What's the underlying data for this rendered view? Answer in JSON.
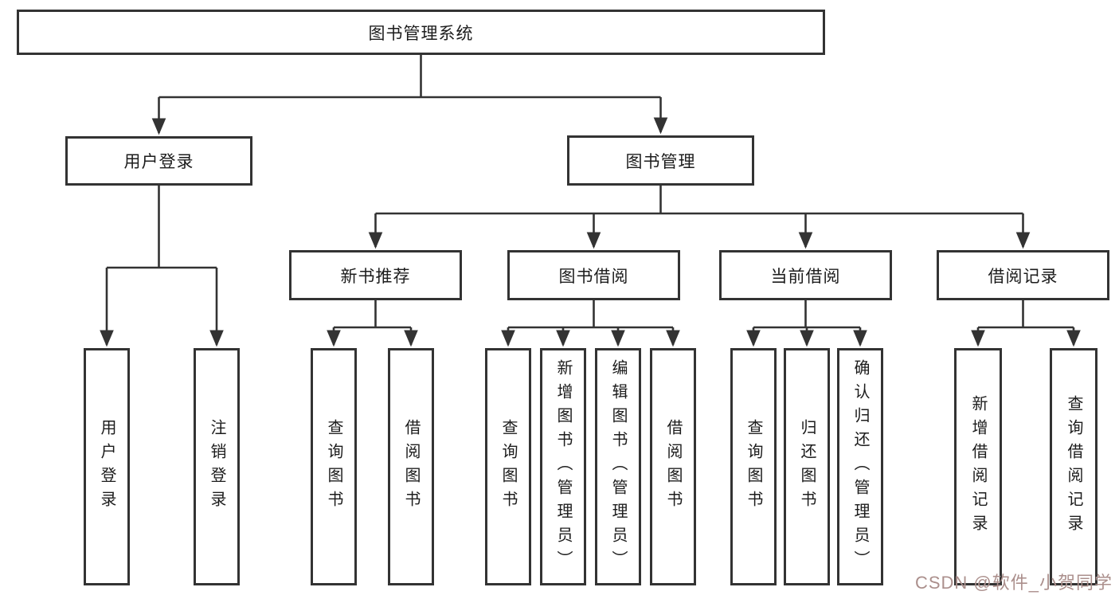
{
  "colors": {
    "line": "#333333",
    "box_border": "#333333",
    "text": "#1c1c1c",
    "background": "#ffffff",
    "watermark": "#ab8f8c"
  },
  "watermark": {
    "text": "CSDN @软件_小贺同学"
  },
  "tree": {
    "root": {
      "label": "图书管理系统",
      "children": [
        {
          "label": "用户登录",
          "children": [
            {
              "label": "用户登录"
            },
            {
              "label": "注销登录"
            }
          ]
        },
        {
          "label": "图书管理",
          "children": [
            {
              "label": "新书推荐",
              "children": [
                {
                  "label": "查询图书"
                },
                {
                  "label": "借阅图书"
                }
              ]
            },
            {
              "label": "图书借阅",
              "children": [
                {
                  "label": "查询图书"
                },
                {
                  "label": "新增图书（管理员）"
                },
                {
                  "label": "编辑图书（管理员）"
                },
                {
                  "label": "借阅图书"
                }
              ]
            },
            {
              "label": "当前借阅",
              "children": [
                {
                  "label": "查询图书"
                },
                {
                  "label": "归还图书"
                },
                {
                  "label": "确认归还（管理员）"
                }
              ]
            },
            {
              "label": "借阅记录",
              "children": [
                {
                  "label": "新增借阅记录"
                },
                {
                  "label": "查询借阅记录"
                }
              ]
            }
          ]
        }
      ]
    }
  }
}
